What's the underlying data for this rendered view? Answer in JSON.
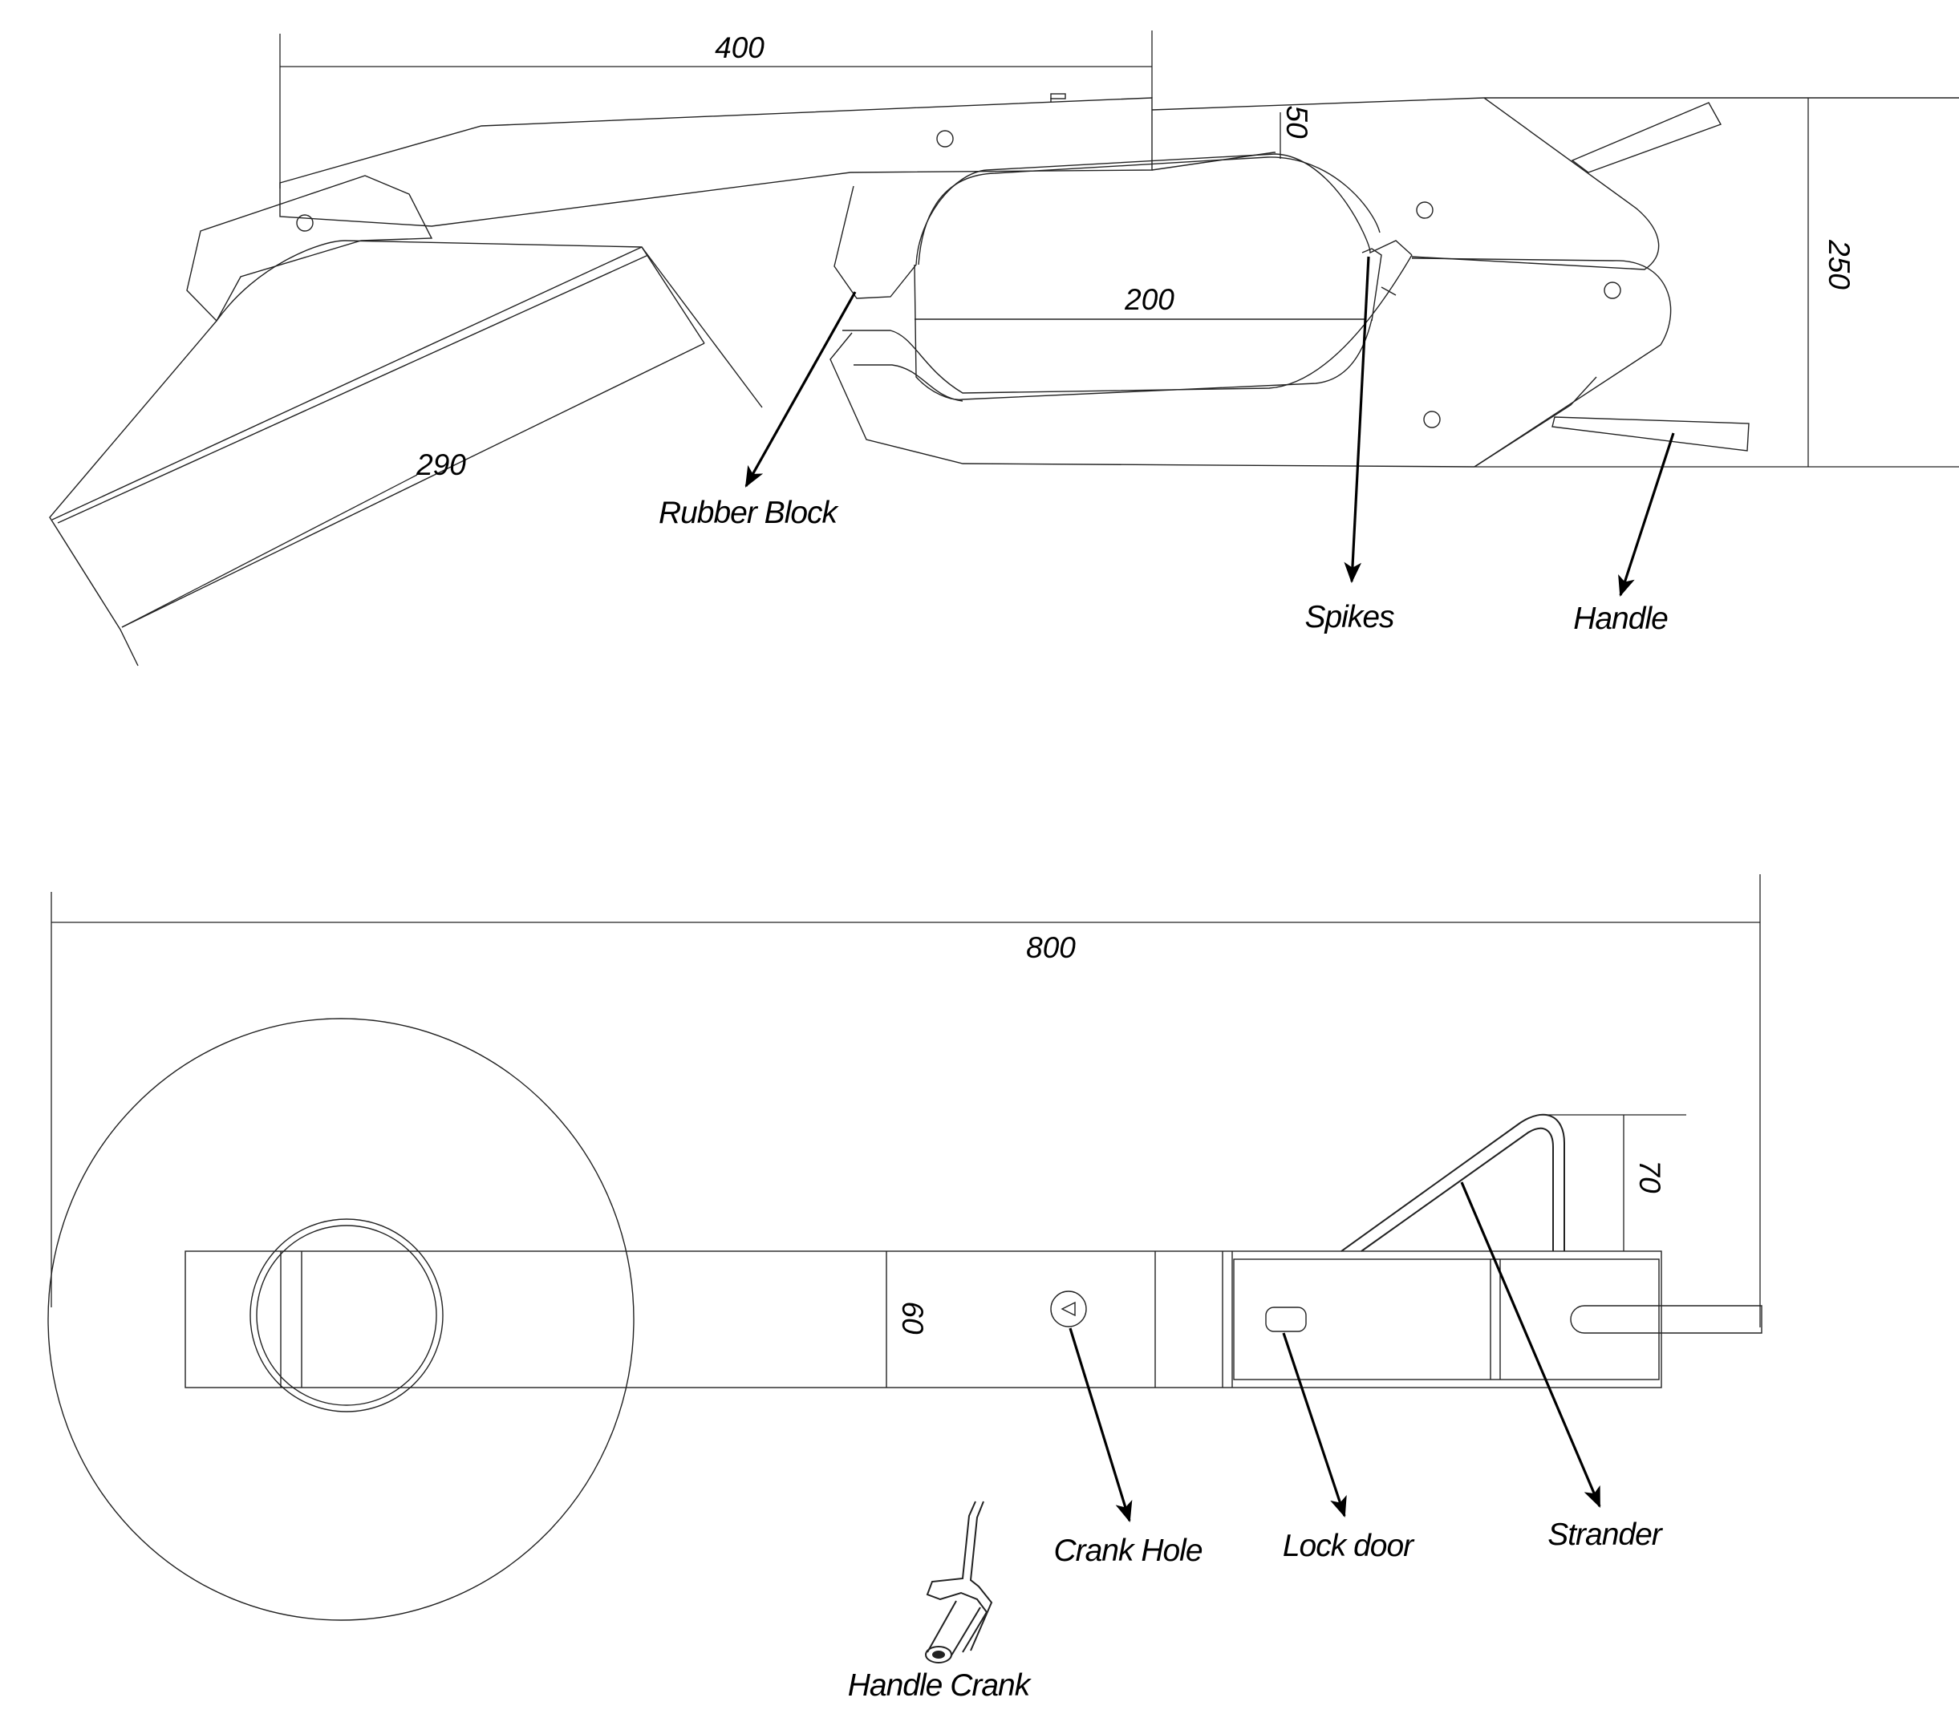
{
  "dimensions": {
    "top_width": "400",
    "top_thickness": "50",
    "jaw_opening": "200",
    "chute_length": "290",
    "overall_height": "250",
    "overall_length": "800",
    "strander_height": "70",
    "bar_width": "60"
  },
  "labels": {
    "rubber_block": "Rubber Block",
    "spikes": "Spikes",
    "handle": "Handle",
    "crank_hole": "Crank Hole",
    "lock_door": "Lock door",
    "strander": "Strander",
    "handle_crank": "Handle Crank"
  },
  "colors": {
    "line": "#222222",
    "leader": "#000000",
    "background": "#ffffff"
  }
}
